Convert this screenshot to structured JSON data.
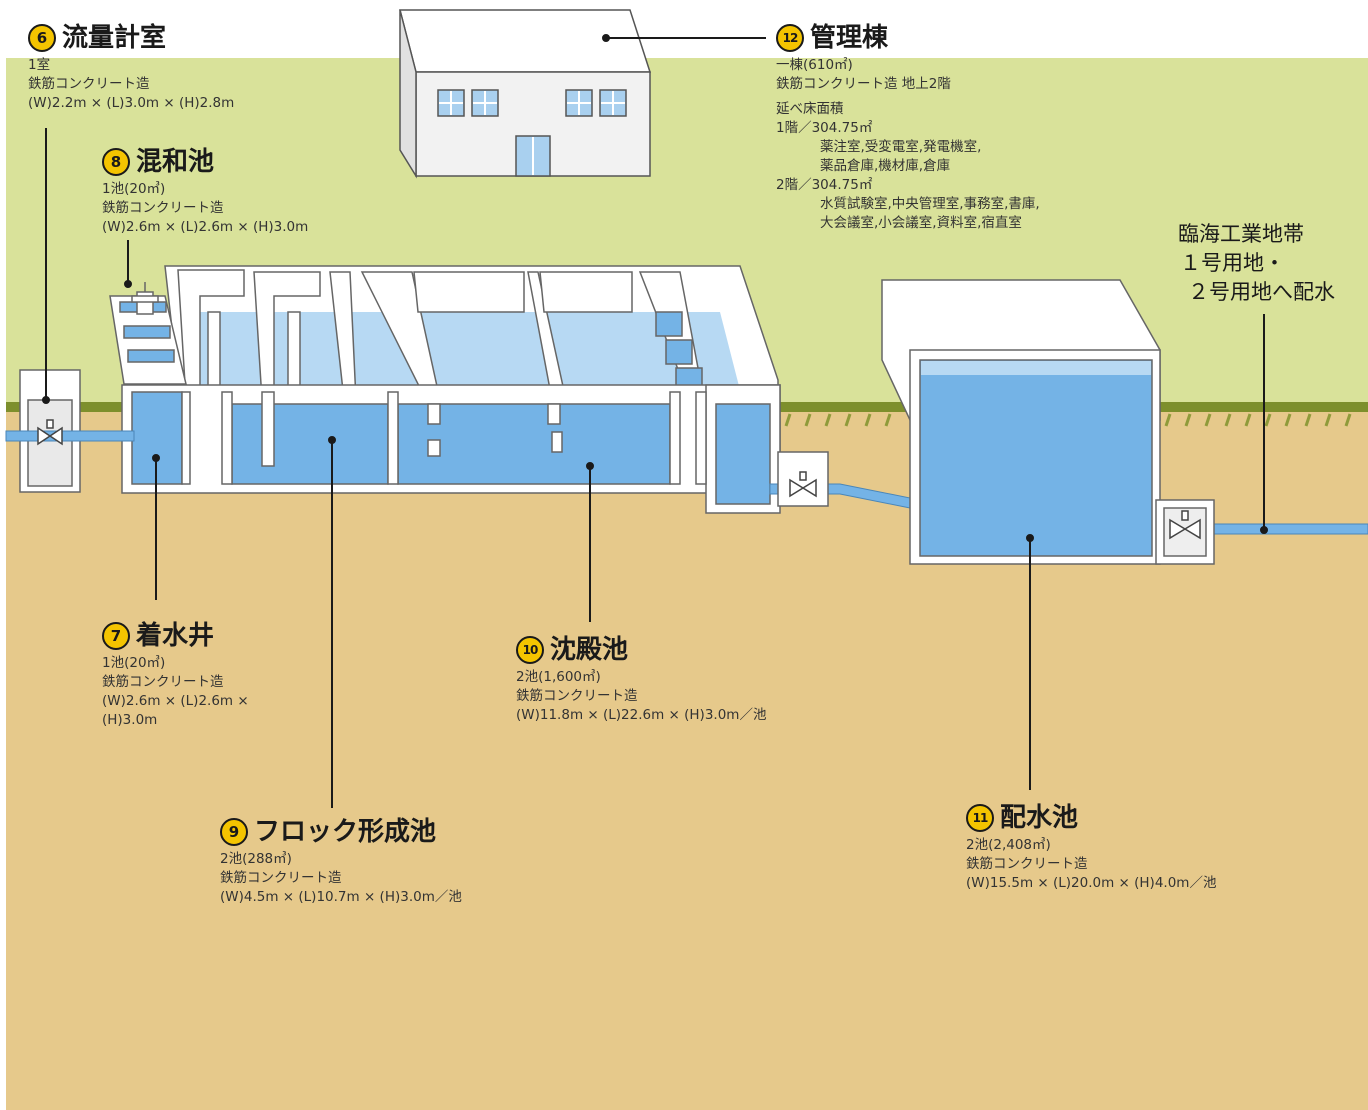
{
  "labels": {
    "flowmeter": {
      "num": "6",
      "title": "流量計室",
      "lines": [
        "1室",
        "鉄筋コンクリート造",
        "(W)2.2m × (L)3.0m × (H)2.8m"
      ]
    },
    "mixing": {
      "num": "8",
      "title": "混和池",
      "lines": [
        "1池(20㎥)",
        "鉄筋コンクリート造",
        "(W)2.6m × (L)2.6m × (H)3.0m"
      ]
    },
    "receiving": {
      "num": "7",
      "title": "着水井",
      "lines": [
        "1池(20㎥)",
        "鉄筋コンクリート造",
        "(W)2.6m × (L)2.6m ×",
        "(H)3.0m"
      ]
    },
    "floc": {
      "num": "9",
      "title": "フロック形成池",
      "lines": [
        "2池(288㎥)",
        "鉄筋コンクリート造",
        "(W)4.5m × (L)10.7m × (H)3.0m／池"
      ]
    },
    "sedimentation": {
      "num": "10",
      "title": "沈殿池",
      "lines": [
        "2池(1,600㎥)",
        "鉄筋コンクリート造",
        "(W)11.8m × (L)22.6m × (H)3.0m／池"
      ]
    },
    "distribution": {
      "num": "11",
      "title": "配水池",
      "lines": [
        "2池(2,408㎥)",
        "鉄筋コンクリート造",
        "(W)15.5m × (L)20.0m × (H)4.0m／池"
      ]
    },
    "admin": {
      "num": "12",
      "title": "管理棟",
      "lines": [
        "一棟(610㎡)",
        "鉄筋コンクリート造 地上2階",
        "延べ床面積"
      ],
      "floor1": "1階／304.75㎡",
      "floor1_rooms": [
        "薬注室,受変電室,発電機室,",
        "薬品倉庫,機材庫,倉庫"
      ],
      "floor2": "2階／304.75㎡",
      "floor2_rooms": [
        "水質試験室,中央管理室,事務室,書庫,",
        "大会議室,小会議室,資料室,宿直室"
      ]
    }
  },
  "destination": {
    "line1": "臨海工業地帯",
    "line2": "１号用地・",
    "line3": "２号用地へ配水"
  },
  "colors": {
    "sky": "#d9e29a",
    "ground": "#e6c98b",
    "water": "#74b3e6",
    "water_surface": "#b7d9f3",
    "concrete": "#ffffff",
    "concrete_edge": "#666666",
    "grass": "#7d8f2c",
    "badge": "#f4c400"
  },
  "icons": [
    "valve-icon",
    "pipe-icon",
    "building-icon",
    "window-icon",
    "door-icon"
  ]
}
